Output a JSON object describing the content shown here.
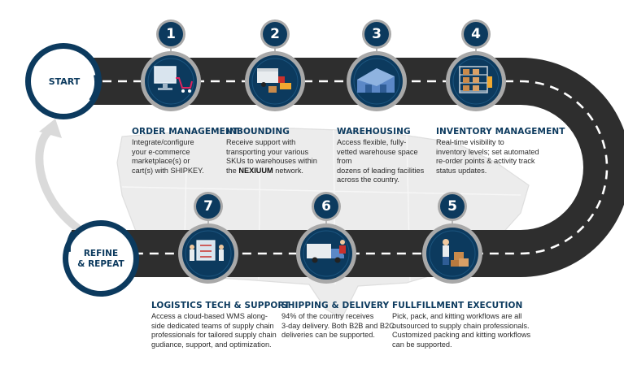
{
  "start_label": "START",
  "refine_label_line1": "REFINE",
  "refine_label_line2": "& REPEAT",
  "colors": {
    "navy": "#0c3a5e",
    "road": "#2e2e2e",
    "gray_ring": "#a9a9a9",
    "map": "#e9e9e9",
    "arrow": "#dadada"
  },
  "steps": [
    {
      "number": "1",
      "title": "ORDER MANAGEMENT",
      "icon": "computer-cart-icon",
      "desc_lines": [
        "Integrate/configure",
        "your e-commerce",
        "marketplace(s) or",
        "cart(s) with SHIPKEY."
      ]
    },
    {
      "number": "2",
      "title": "INBOUNDING",
      "icon": "truck-forklift-icon",
      "desc_lines": [
        "Receive support with",
        "transporting your various",
        "SKUs to warehouses within"
      ],
      "desc_last_prefix": "the ",
      "desc_last_bold": "NEXIUUM",
      "desc_last_suffix": " network."
    },
    {
      "number": "3",
      "title": "WAREHOUSING",
      "icon": "warehouse-icon",
      "desc_lines": [
        "Access flexible, fully-",
        "vetted warehouse space from",
        "dozens of leading facilities",
        "across the country."
      ]
    },
    {
      "number": "4",
      "title": "INVENTORY MANAGEMENT",
      "icon": "inventory-shelves-icon",
      "desc_lines": [
        "Real-time visibility to",
        "inventory levels; set automated",
        "re-order points & activity track",
        "status updates."
      ]
    },
    {
      "number": "5",
      "title": "FULLFILLMENT EXECUTION",
      "icon": "packing-worker-icon",
      "desc_lines": [
        "Pick, pack, and kitting workflows are all",
        "outsourced to supply chain professionals.",
        "Customized packing and kitting workflows",
        "can be supported."
      ]
    },
    {
      "number": "6",
      "title": "SHIPPING & DELIVERY",
      "icon": "delivery-truck-icon",
      "desc_lines": [
        "94% of the country receives",
        "3-day delivery. Both B2B and B2C",
        "deliveries can be supported."
      ]
    },
    {
      "number": "7",
      "title": "LOGISTICS TECH & SUPPORT",
      "icon": "tech-support-screens-icon",
      "desc_lines": [
        "Access a cloud-based WMS along-",
        "side dedicated teams of supply chain",
        "professionals for tailored supply chain",
        "gudiance, support, and optimization."
      ]
    }
  ]
}
